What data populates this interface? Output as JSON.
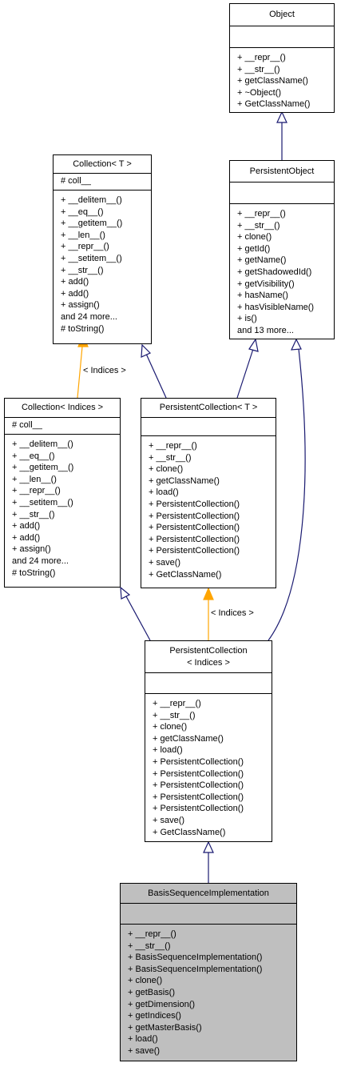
{
  "classes": {
    "object": {
      "title": [
        "Object"
      ],
      "attributes": [],
      "methods": [
        "+ __repr__()",
        "+ __str__()",
        "+ getClassName()",
        "+ ~Object()",
        "+ GetClassName()"
      ]
    },
    "persistent_object": {
      "title": [
        "PersistentObject"
      ],
      "attributes": [],
      "methods": [
        "+ __repr__()",
        "+ __str__()",
        "+ clone()",
        "+ getId()",
        "+ getName()",
        "+ getShadowedId()",
        "+ getVisibility()",
        "+ hasName()",
        "+ hasVisibleName()",
        "+ is()",
        "and 13 more..."
      ]
    },
    "collection_t": {
      "title": [
        "Collection< T >"
      ],
      "attributes": [
        "# coll__"
      ],
      "methods": [
        "+ __delitem__()",
        "+ __eq__()",
        "+ __getitem__()",
        "+ __len__()",
        "+ __repr__()",
        "+ __setitem__()",
        "+ __str__()",
        "+ add()",
        "+ add()",
        "+ assign()",
        "and 24 more...",
        "# toString()"
      ]
    },
    "collection_indices": {
      "title": [
        "Collection< Indices >"
      ],
      "attributes": [
        "# coll__"
      ],
      "methods": [
        "+ __delitem__()",
        "+ __eq__()",
        "+ __getitem__()",
        "+ __len__()",
        "+ __repr__()",
        "+ __setitem__()",
        "+ __str__()",
        "+ add()",
        "+ add()",
        "+ assign()",
        "and 24 more...",
        "# toString()"
      ]
    },
    "persistent_collection_t": {
      "title": [
        "PersistentCollection< T >"
      ],
      "attributes": [],
      "methods": [
        "+ __repr__()",
        "+ __str__()",
        "+ clone()",
        "+ getClassName()",
        "+ load()",
        "+ PersistentCollection()",
        "+ PersistentCollection()",
        "+ PersistentCollection()",
        "+ PersistentCollection()",
        "+ PersistentCollection()",
        "+ save()",
        "+ GetClassName()"
      ]
    },
    "persistent_collection_indices": {
      "title": [
        "PersistentCollection",
        "< Indices >"
      ],
      "attributes": [],
      "methods": [
        "+ __repr__()",
        "+ __str__()",
        "+ clone()",
        "+ getClassName()",
        "+ load()",
        "+ PersistentCollection()",
        "+ PersistentCollection()",
        "+ PersistentCollection()",
        "+ PersistentCollection()",
        "+ PersistentCollection()",
        "+ save()",
        "+ GetClassName()"
      ]
    },
    "basis_sequence_implementation": {
      "title": [
        "BasisSequenceImplementation"
      ],
      "attributes": [],
      "methods": [
        "+ __repr__()",
        "+ __str__()",
        "+ BasisSequenceImplementation()",
        "+ BasisSequenceImplementation()",
        "+ clone()",
        "+ getBasis()",
        "+ getDimension()",
        "+ getIndices()",
        "+ getMasterBasis()",
        "+ load()",
        "+ save()"
      ]
    }
  },
  "edge_labels": {
    "collection_template": "< Indices >",
    "persistent_collection_template": "< Indices >"
  },
  "colors": {
    "inheritance": "#191970",
    "template_instance": "#ffa500",
    "highlight_fill": "#bfbfbf"
  }
}
